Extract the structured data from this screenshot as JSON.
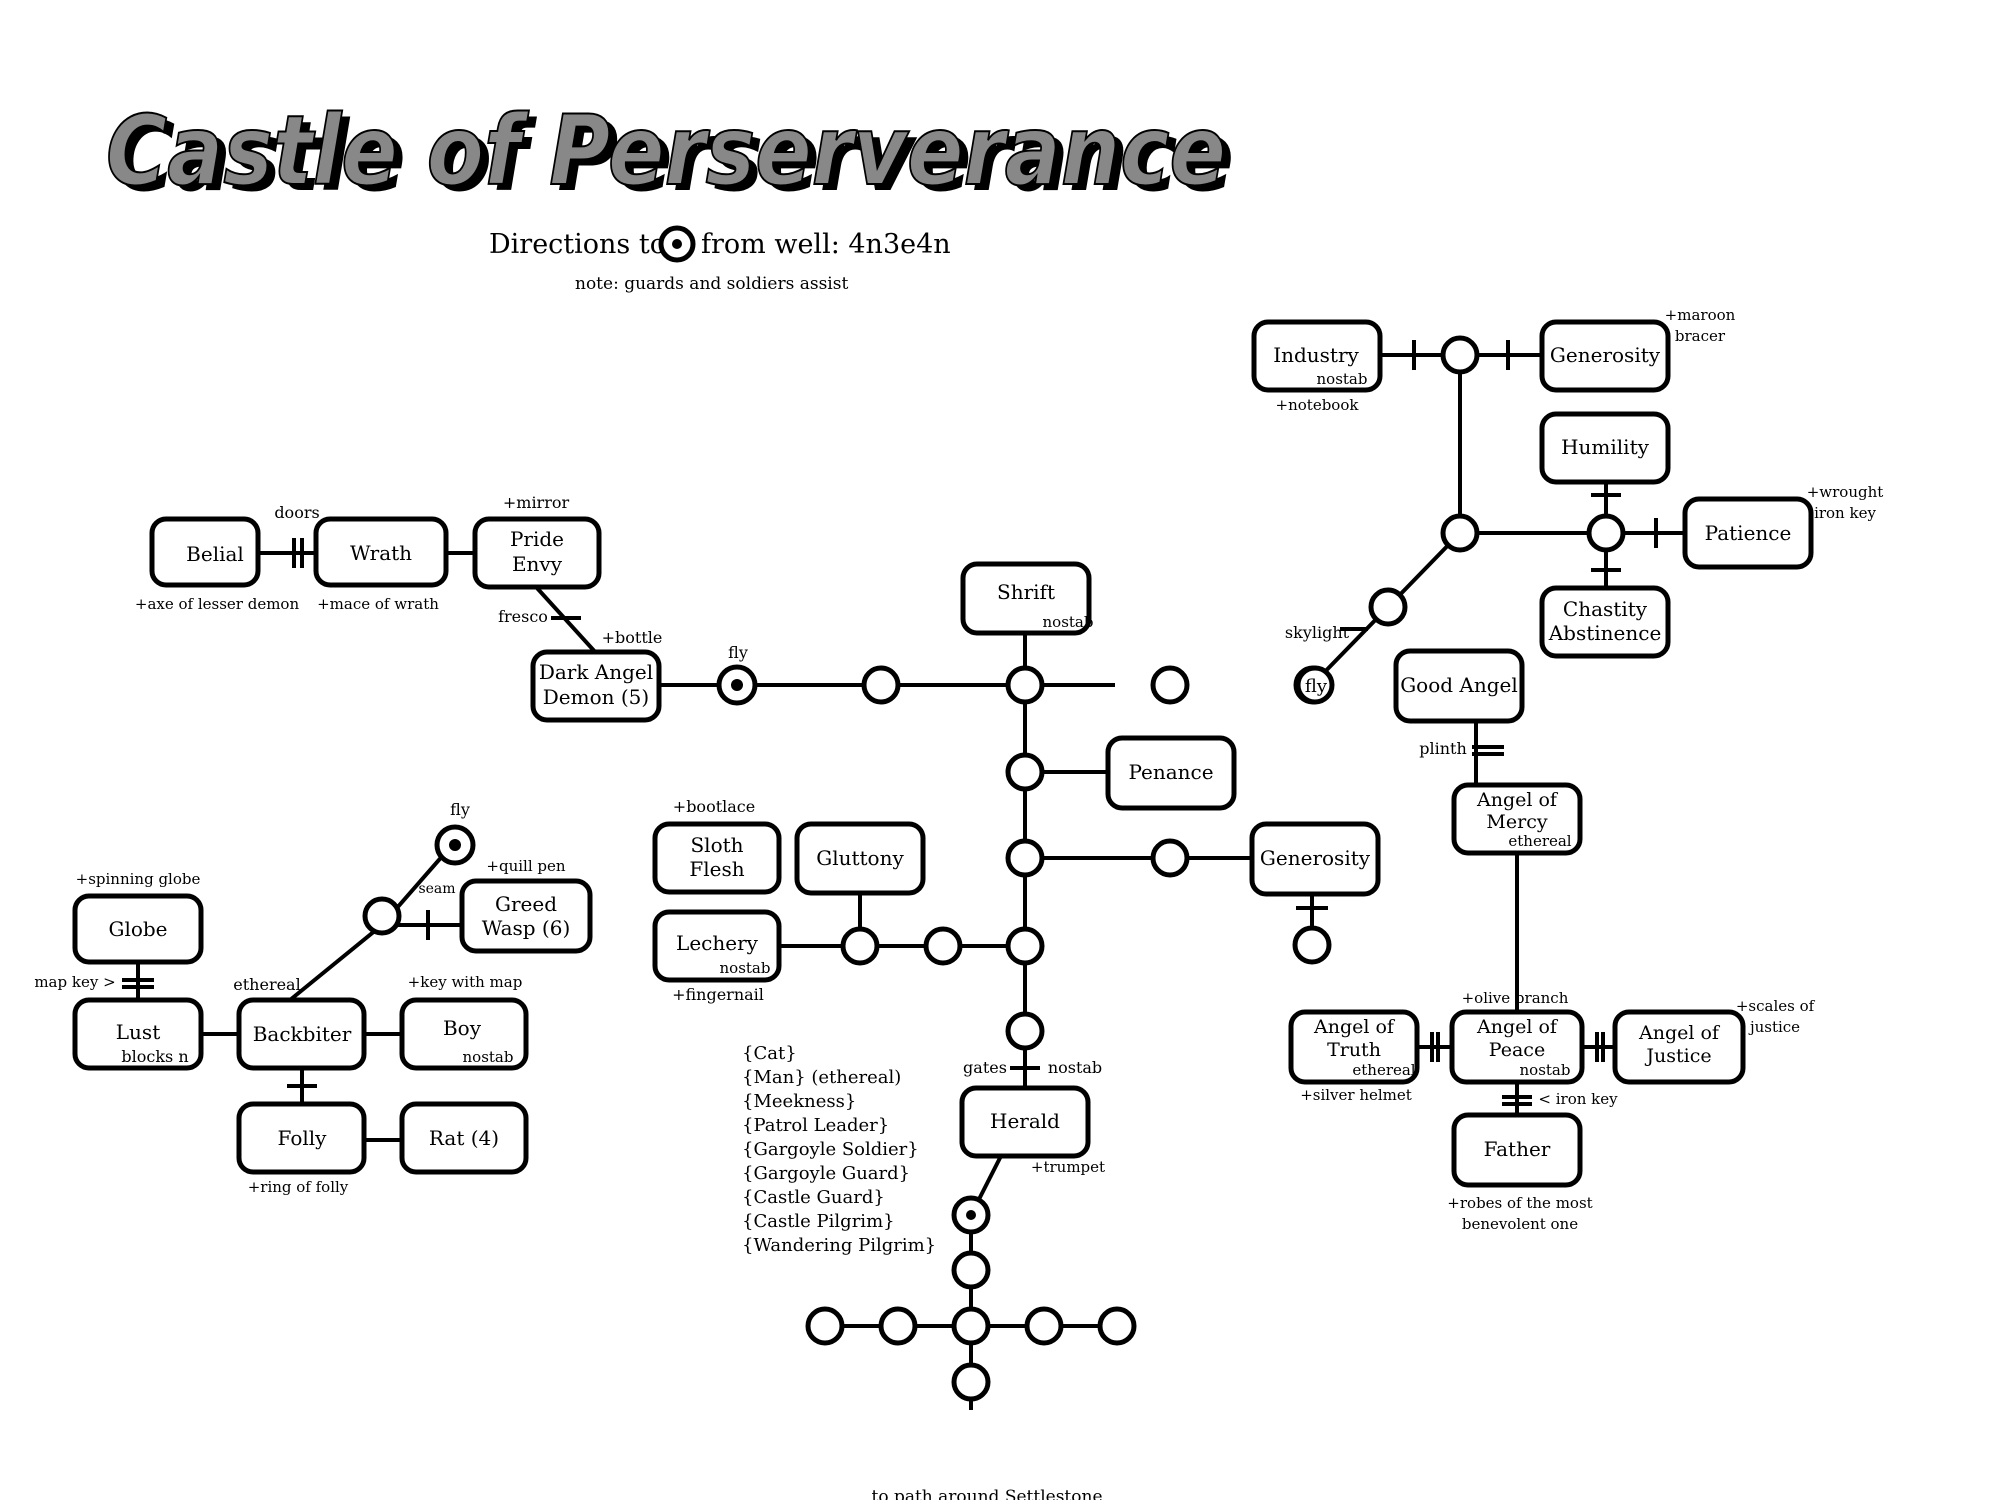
{
  "title": "Castle of Perserverance",
  "directions": {
    "prefix": "Directions to",
    "suffix": "from well: 4n3e4n"
  },
  "note": "note: guards and soldiers assist",
  "rooms": {
    "belial": [
      "Belial"
    ],
    "wrath": [
      "Wrath"
    ],
    "pride": [
      "Pride",
      "Envy"
    ],
    "dark_angel": [
      "Dark Angel",
      "Demon (5)"
    ],
    "shrift": [
      "Shrift"
    ],
    "industry": [
      "Industry"
    ],
    "generosity_top": [
      "Generosity"
    ],
    "humility": [
      "Humility"
    ],
    "patience": [
      "Patience"
    ],
    "chastity": [
      "Chastity",
      "Abstinence"
    ],
    "good_angel": [
      "Good Angel"
    ],
    "angel_mercy": [
      "Angel of",
      "Mercy"
    ],
    "penance": [
      "Penance"
    ],
    "generosity_mid": [
      "Generosity"
    ],
    "sloth": [
      "Sloth",
      "Flesh"
    ],
    "gluttony": [
      "Gluttony"
    ],
    "lechery": [
      "Lechery"
    ],
    "globe": [
      "Globe"
    ],
    "greed": [
      "Greed",
      "Wasp (6)"
    ],
    "lust": [
      "Lust"
    ],
    "backbiter": [
      "Backbiter"
    ],
    "boy": [
      "Boy"
    ],
    "folly": [
      "Folly"
    ],
    "rat": [
      "Rat (4)"
    ],
    "herald": [
      "Herald"
    ],
    "angel_truth": [
      "Angel of",
      "Truth"
    ],
    "angel_peace": [
      "Angel of",
      "Peace"
    ],
    "angel_justice": [
      "Angel of",
      "Justice"
    ],
    "father": [
      "Father"
    ]
  },
  "room_notes": {
    "shrift": "nostab",
    "industry": "nostab",
    "angel_mercy": "ethereal",
    "lechery": "nostab",
    "lust": "blocks n",
    "boy": "nostab",
    "angel_truth": "ethereal",
    "angel_peace": "nostab"
  },
  "labels": {
    "doors": "doors",
    "mirror": "+mirror",
    "axe": "+axe of lesser demon",
    "mace": "+mace of wrath",
    "fresco": "fresco",
    "bottle": "+bottle",
    "fly1": "fly",
    "skylight": "skylight",
    "fly2": "fly",
    "maroon1": "+maroon",
    "maroon2": "bracer",
    "notebook": "+notebook",
    "wrought1": "+wrought",
    "wrought2": "iron key",
    "plinth": "plinth",
    "bootlace": "+bootlace",
    "fingernail": "+fingernail",
    "fly3": "fly",
    "quill": "+quill pen",
    "seam": "seam",
    "spinning_globe": "+spinning globe",
    "map_key": "map key >",
    "ethereal": "ethereal",
    "key_with_map": "+key with map",
    "ring_of_folly": "+ring of folly",
    "gates": "gates",
    "herald_nostab": "nostab",
    "trumpet": "+trumpet",
    "olive": "+olive branch",
    "scales1": "+scales of",
    "scales2": "justice",
    "silver": "+silver helmet",
    "iron_key": "< iron key",
    "robes1": "+robes of the most",
    "robes2": "benevolent one",
    "bottom": "to path around Settlestone"
  },
  "mob_list": [
    "{Cat}",
    "{Man} (ethereal)",
    "{Meekness}",
    "{Patrol Leader}",
    "{Gargoyle Soldier}",
    "{Gargoyle Guard}",
    "{Castle Guard}",
    "{Castle Pilgrim}",
    "{Wandering Pilgrim}"
  ]
}
